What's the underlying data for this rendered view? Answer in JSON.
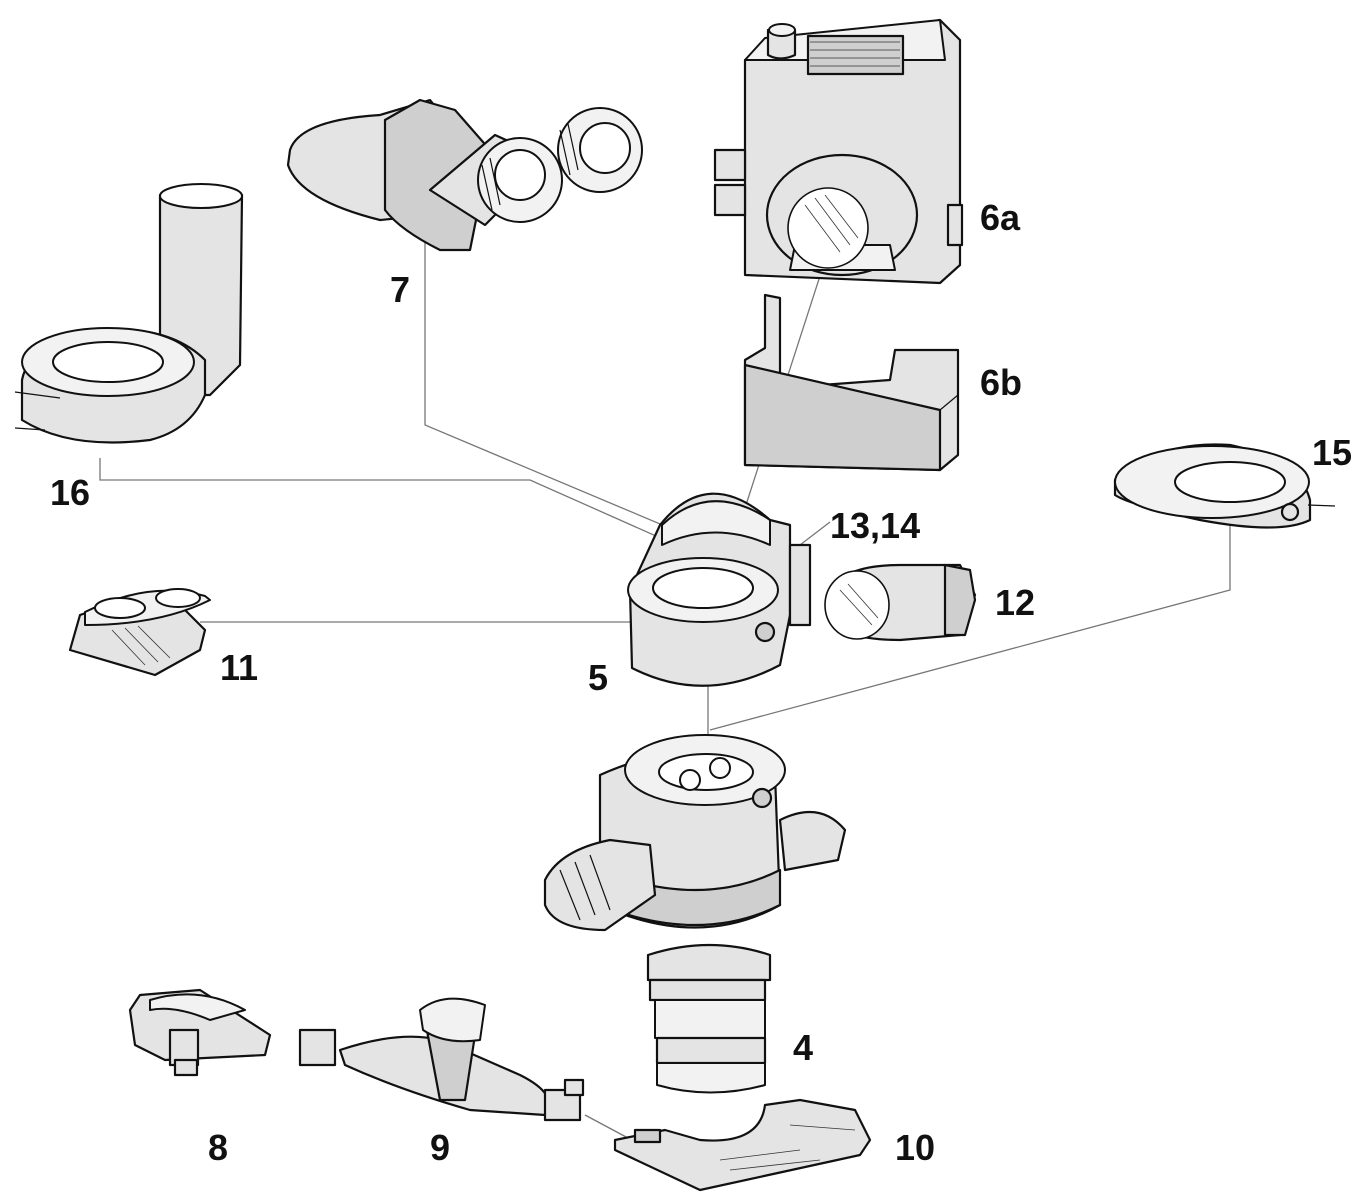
{
  "labels": {
    "l4": "4",
    "l5": "5",
    "l6a": "6a",
    "l6b": "6b",
    "l7": "7",
    "l8": "8",
    "l9": "9",
    "l10": "10",
    "l11": "11",
    "l12": "12",
    "l1314": "13,14",
    "l15": "15",
    "l16": "16"
  }
}
